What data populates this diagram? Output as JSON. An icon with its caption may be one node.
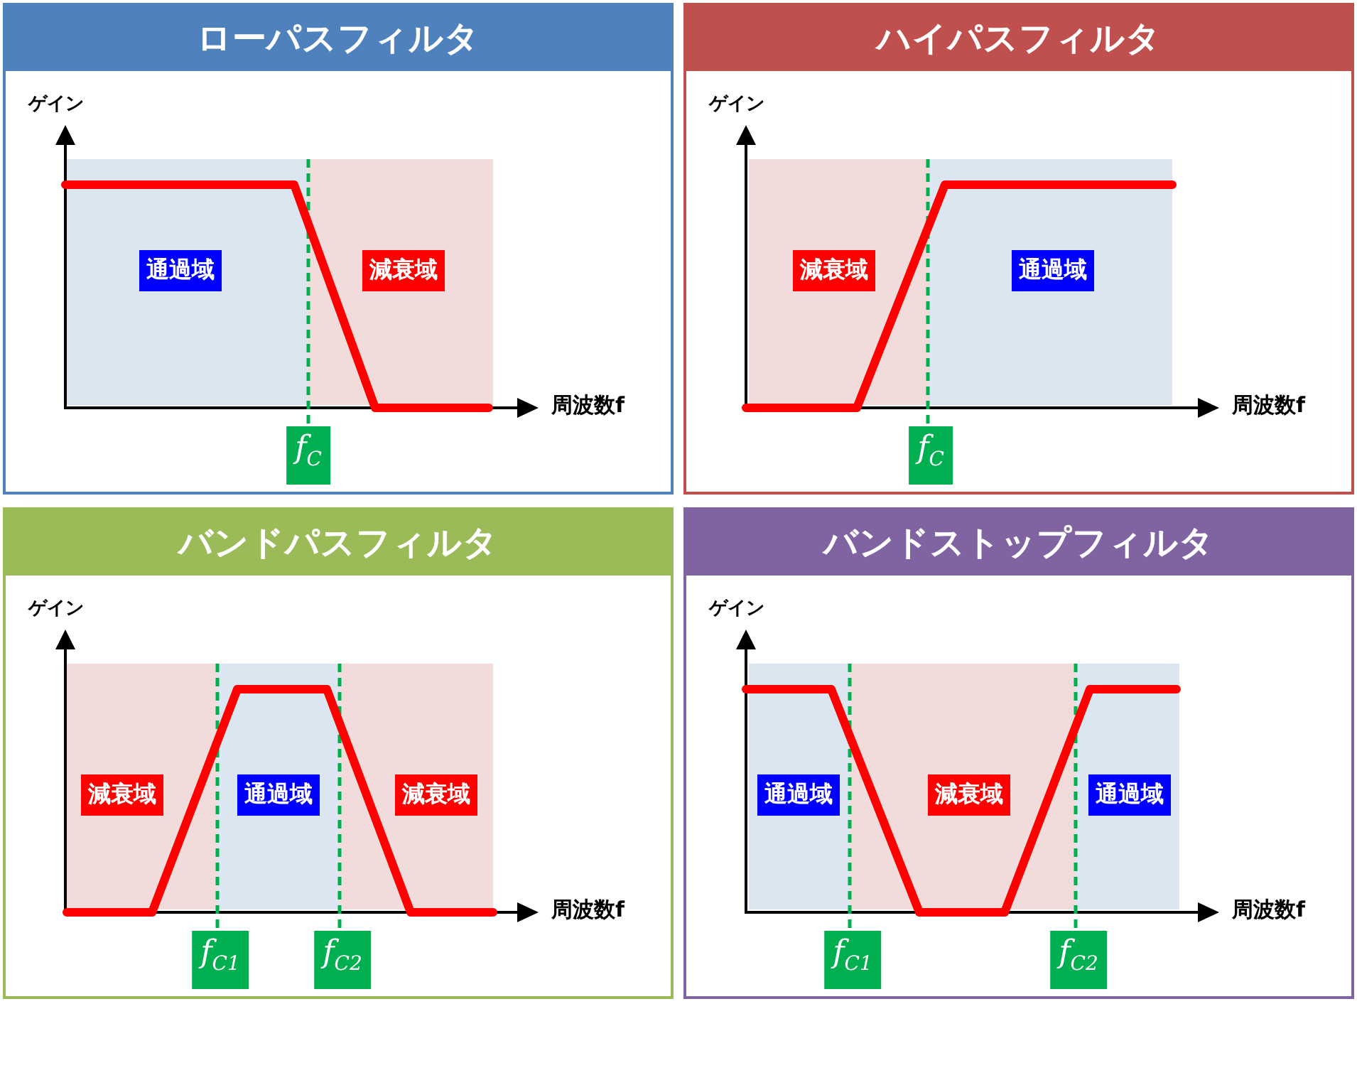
{
  "diagram": {
    "nodes": [
      {
        "text": [
          "ローパスフィルタ",
          "ゲイン",
          "周波数f"
        ]
      },
      {
        "text": [
          "通過域"
        ],
        "in": 0
      },
      {
        "text": [
          "減衰域"
        ],
        "in": 0
      },
      {
        "text": [
          "f$_{C}$"
        ],
        "in": 0
      },
      {
        "text": [
          "ハイパスフィルタ",
          "ゲイン",
          "周波数f"
        ]
      },
      {
        "text": [
          "減衰域"
        ],
        "in": 4
      },
      {
        "text": [
          "通過域"
        ],
        "in": 4
      },
      {
        "text": [
          "f$_{C}$"
        ],
        "in": 4
      },
      {
        "text": [
          "バンドパスフィルタ",
          "ゲイン",
          "周波数f"
        ]
      },
      {
        "text": [
          "減衰域"
        ],
        "in": 8
      },
      {
        "text": [
          "通過域"
        ],
        "in": 8
      },
      {
        "text": [
          "減衰域"
        ],
        "in": 8
      },
      {
        "text": [
          "f$_{C1}$"
        ],
        "in": 8
      },
      {
        "text": [
          "f$_{C2}$"
        ],
        "in": 8
      },
      {
        "text": [
          "バンドストップフィルタ",
          "ゲイン",
          "周波数f"
        ]
      },
      {
        "text": [
          "通過域"
        ],
        "in": 14
      },
      {
        "text": [
          "減衰域"
        ],
        "in": 14
      },
      {
        "text": [
          "通過域"
        ],
        "in": 14
      },
      {
        "text": [
          "f$_{C1}$"
        ],
        "in": 14
      },
      {
        "text": [
          "f$_{C2}$"
        ],
        "in": 14
      }
    ]
  }
}
